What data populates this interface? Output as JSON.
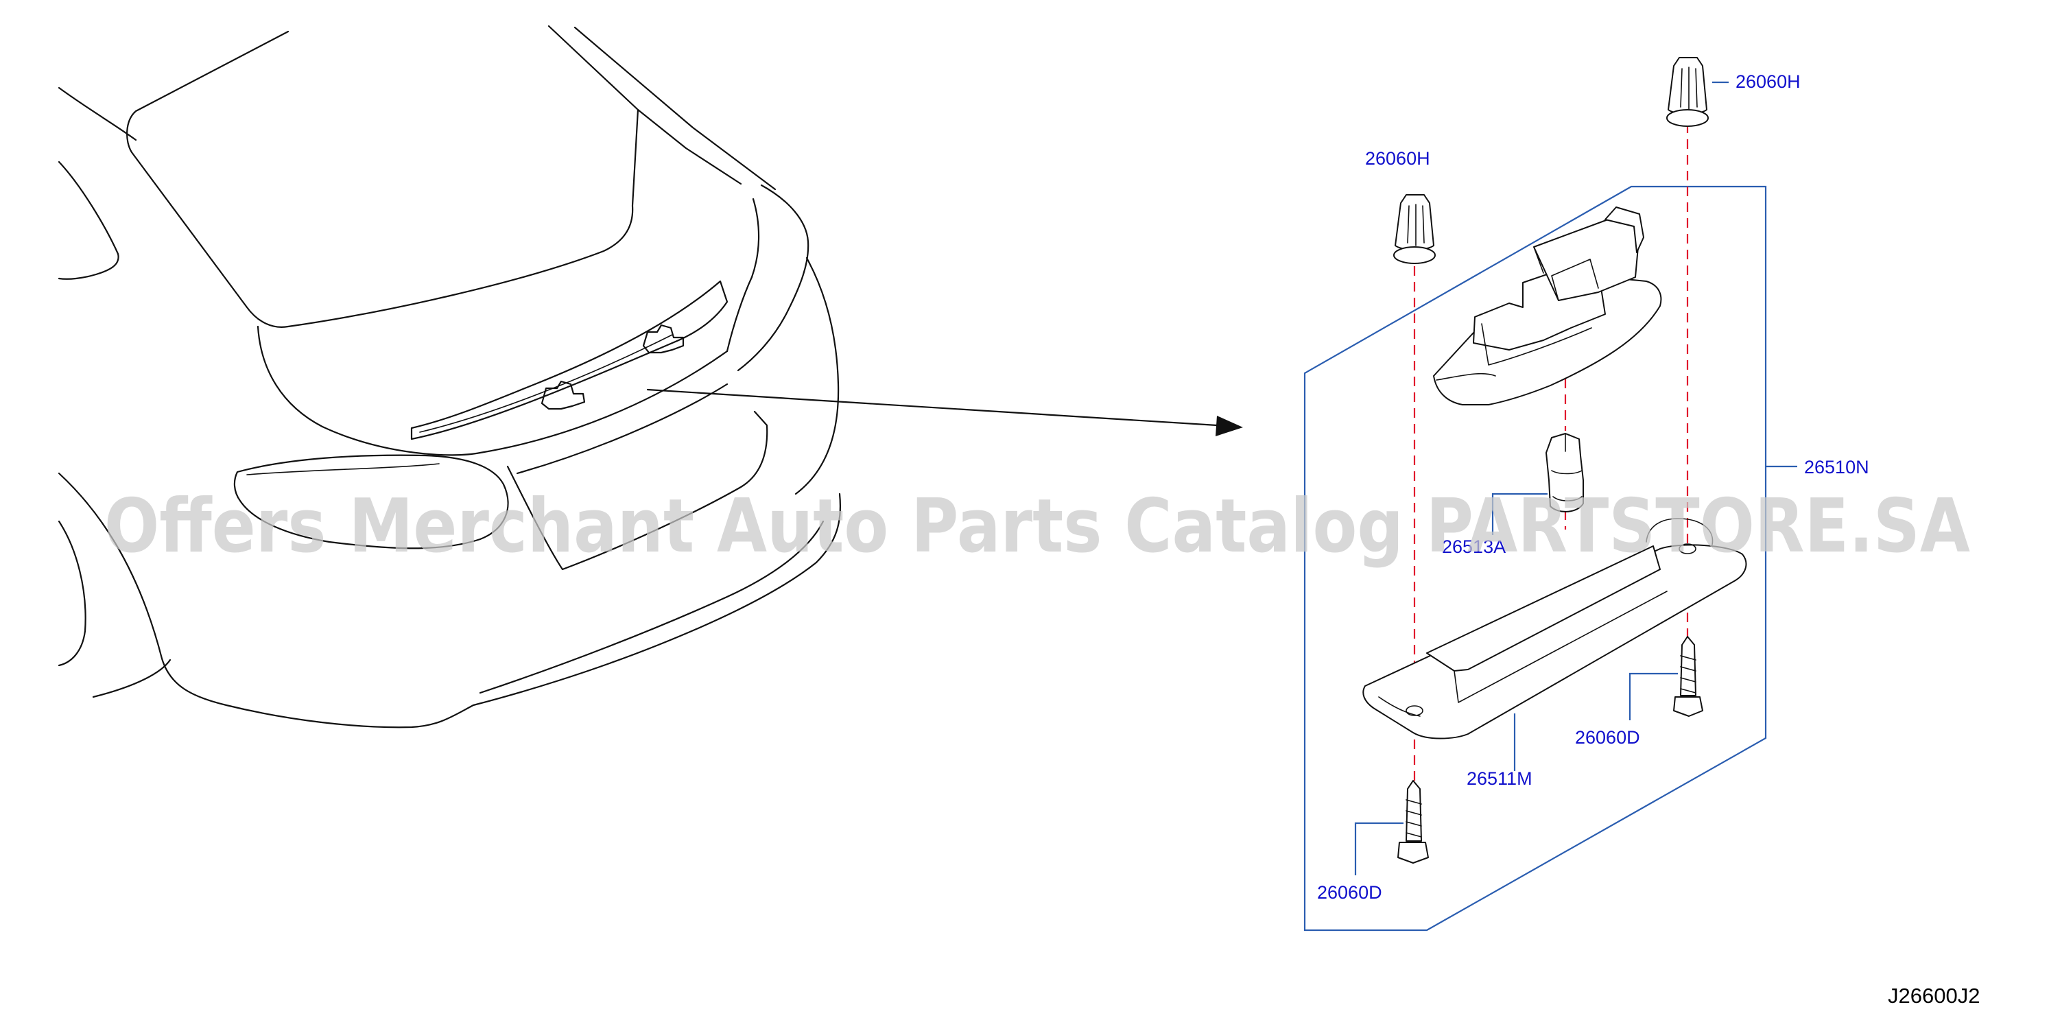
{
  "watermark": "Offers Merchant Auto Parts Catalog PARTSTORE.SA",
  "diagram_code": "J26600J2",
  "colors": {
    "line": "#111111",
    "callout_text": "#1111cc",
    "leader_and_box": "#2a5db0",
    "centerline": "#e0182d",
    "watermark": "#c9c9c9"
  },
  "callouts": {
    "grommet_left": "26060H",
    "grommet_right": "26060H",
    "lamp_assembly": "26510N",
    "bulb": "26513A",
    "lens": "26511M",
    "screw_right": "26060D",
    "screw_left": "26060D"
  }
}
